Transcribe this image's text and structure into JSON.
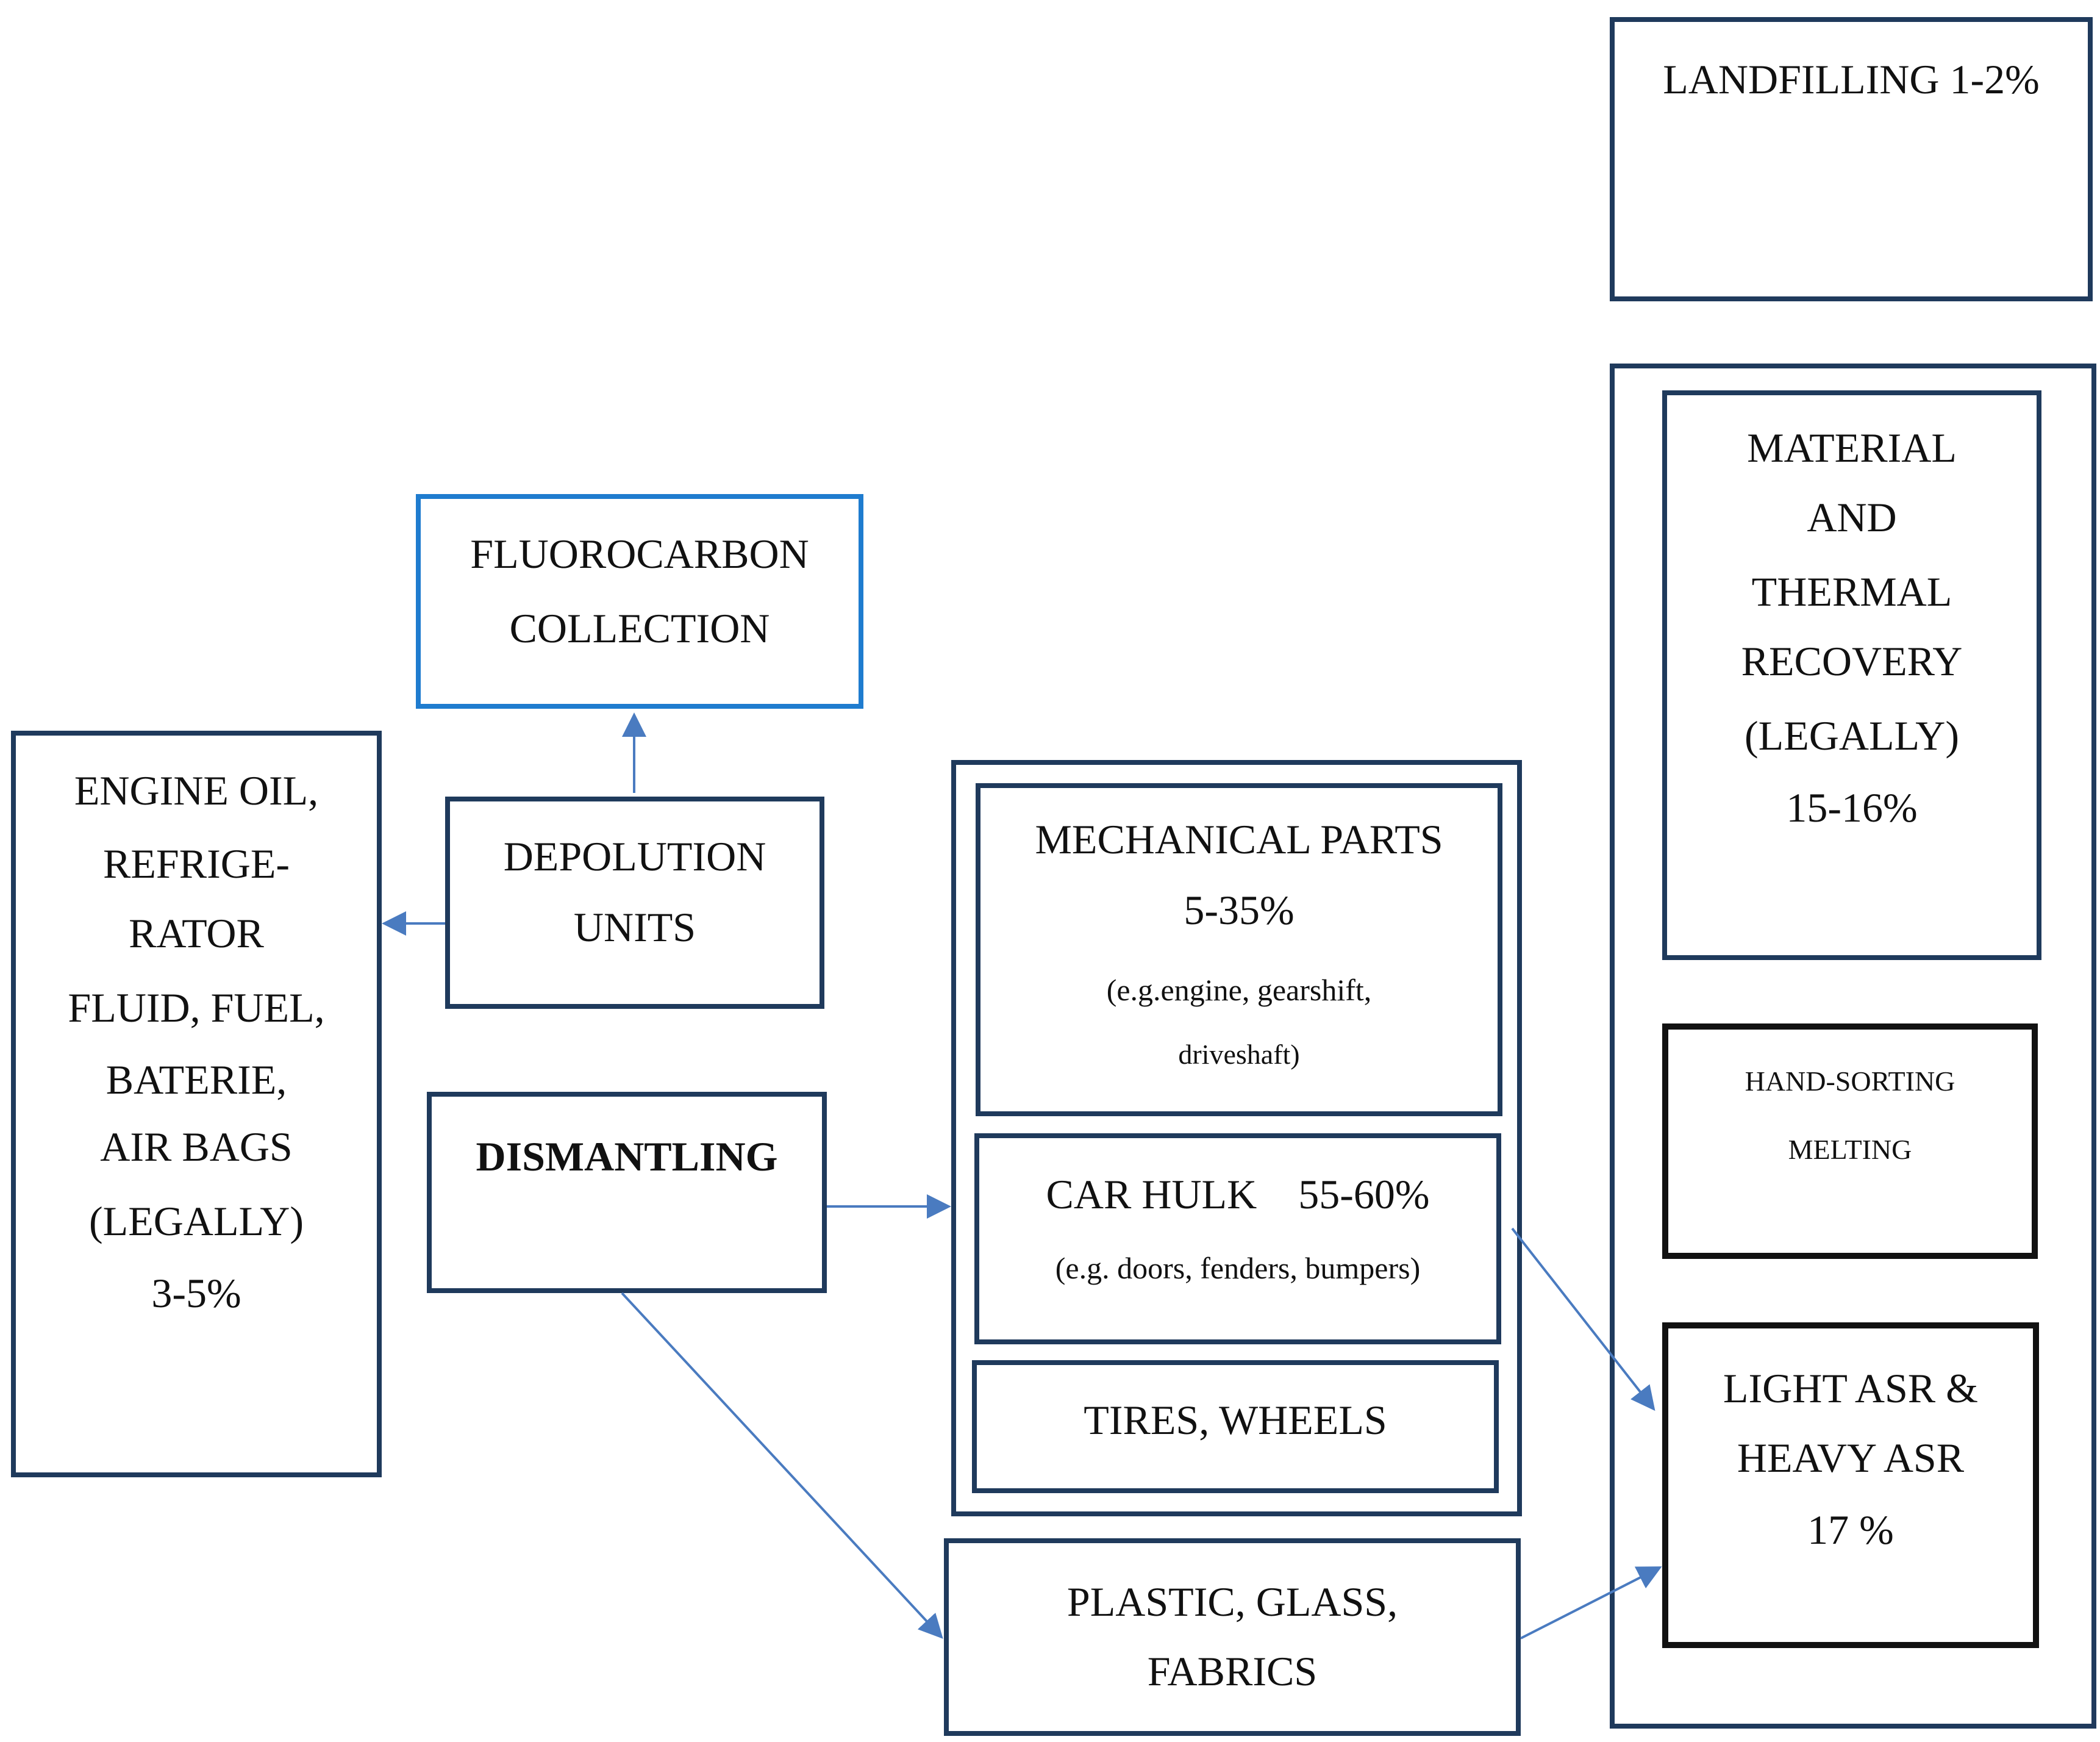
{
  "nodes": {
    "landfilling": {
      "lines": [
        "LANDFILLING 1-2%"
      ]
    },
    "material_thermal": {
      "lines": [
        "MATERIAL",
        "AND",
        "THERMAL",
        "RECOVERY",
        "(LEGALLY)",
        "15-16%"
      ]
    },
    "hand_sorting": {
      "lines": [
        "HAND-SORTING",
        "MELTING"
      ]
    },
    "light_heavy_asr": {
      "lines": [
        "LIGHT ASR &",
        "HEAVY ASR",
        "17 %"
      ]
    },
    "fluorocarbon": {
      "lines": [
        "FLUOROCARBON",
        "COLLECTION"
      ]
    },
    "engine_oil": {
      "lines": [
        "ENGINE OIL,",
        "REFRIGE-",
        "RATOR",
        "FLUID, FUEL,",
        "BATERIE,",
        "AIR BAGS",
        "(LEGALLY)",
        "3-5%"
      ]
    },
    "depolution": {
      "lines": [
        "DEPOLUTION",
        "UNITS"
      ]
    },
    "dismantling": {
      "lines": [
        "DISMANTLING"
      ]
    },
    "mechanical_parts": {
      "lines": [
        "MECHANICAL PARTS",
        "5-35%",
        "(e.g.engine, gearshift,",
        "driveshaft)"
      ]
    },
    "car_hulk": {
      "lines": [
        "CAR HULK    55-60%",
        "(e.g. doors, fenders, bumpers)"
      ]
    },
    "tires_wheels": {
      "lines": [
        "TIRES, WHEELS"
      ]
    },
    "plastic_glass": {
      "lines": [
        "PLASTIC, GLASS,",
        "FABRICS"
      ]
    }
  },
  "colors": {
    "box_border": "#1f3a5c",
    "fluoro_border": "#1f7ccf",
    "arrow": "#4a7bc0",
    "black_border": "#111111"
  }
}
